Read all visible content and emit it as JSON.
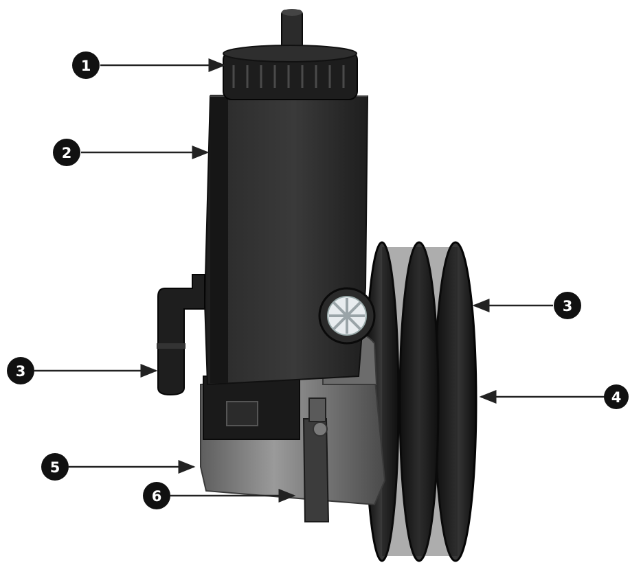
{
  "callouts": [
    {
      "id": "c1",
      "number": "1"
    },
    {
      "id": "c2",
      "number": "2"
    },
    {
      "id": "c3a",
      "number": "3"
    },
    {
      "id": "c3b",
      "number": "3"
    },
    {
      "id": "c4",
      "number": "4"
    },
    {
      "id": "c5",
      "number": "5"
    },
    {
      "id": "c6",
      "number": "6"
    }
  ],
  "colors": {
    "badge": "#111111",
    "line": "#222222",
    "body": "#2a2a2a",
    "metal": "#8a8a8a",
    "pulley": "#1a1a1a"
  }
}
